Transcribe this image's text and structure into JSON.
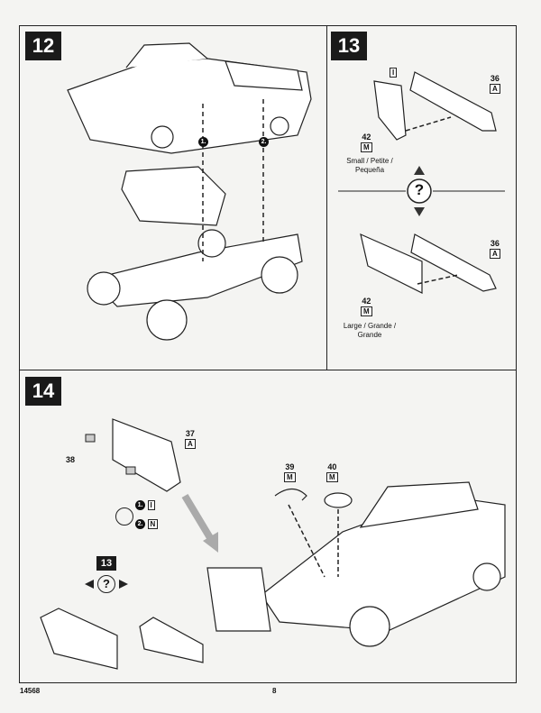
{
  "steps": {
    "s12": {
      "number": "12",
      "callouts": [
        "1.",
        "2."
      ]
    },
    "s13": {
      "number": "13",
      "small": {
        "part": "42",
        "letter": "M",
        "light_letter": "I",
        "bumper_part": "36",
        "bumper_letter": "A",
        "caption1": "Small / Petite /",
        "caption2": "Pequeña"
      },
      "large": {
        "part": "42",
        "letter": "M",
        "bumper_part": "36",
        "bumper_letter": "A",
        "caption1": "Large / Grande /",
        "caption2": "Grande"
      },
      "choice_symbol": "?"
    },
    "s14": {
      "number": "14",
      "grille": {
        "part": "37",
        "letter": "A"
      },
      "lights": {
        "part": "38"
      },
      "paint": [
        {
          "step": "1.",
          "letter": "I"
        },
        {
          "step": "2.",
          "letter": "N"
        }
      ],
      "hose": {
        "part": "39",
        "letter": "M"
      },
      "air_cleaner": {
        "part": "40",
        "letter": "M"
      },
      "ref_step": "13",
      "choice_symbol": "?"
    }
  },
  "footer": {
    "kit_number": "14568",
    "page": "8"
  }
}
